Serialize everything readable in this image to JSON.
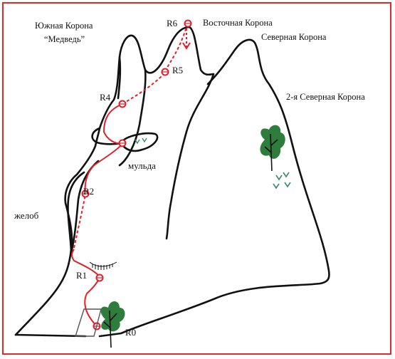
{
  "peaks": {
    "south": {
      "line1": "Южная Корона",
      "line2": "“Медведь”"
    },
    "east": "Восточная Корона",
    "north": "Северная Корона",
    "north2": "2-я Северная Корона"
  },
  "features": {
    "gully": "желоб",
    "bowl": "мульда"
  },
  "belay_points": [
    "R0",
    "R1",
    "R2",
    "R4",
    "R5",
    "R6"
  ],
  "colors": {
    "route": "#e0202a",
    "outline": "#111111",
    "tree": "#2e7d3c",
    "frame": "#e02a2a"
  },
  "icons": [
    "tree-icon",
    "grass-icon",
    "belay-anchor-icon"
  ]
}
